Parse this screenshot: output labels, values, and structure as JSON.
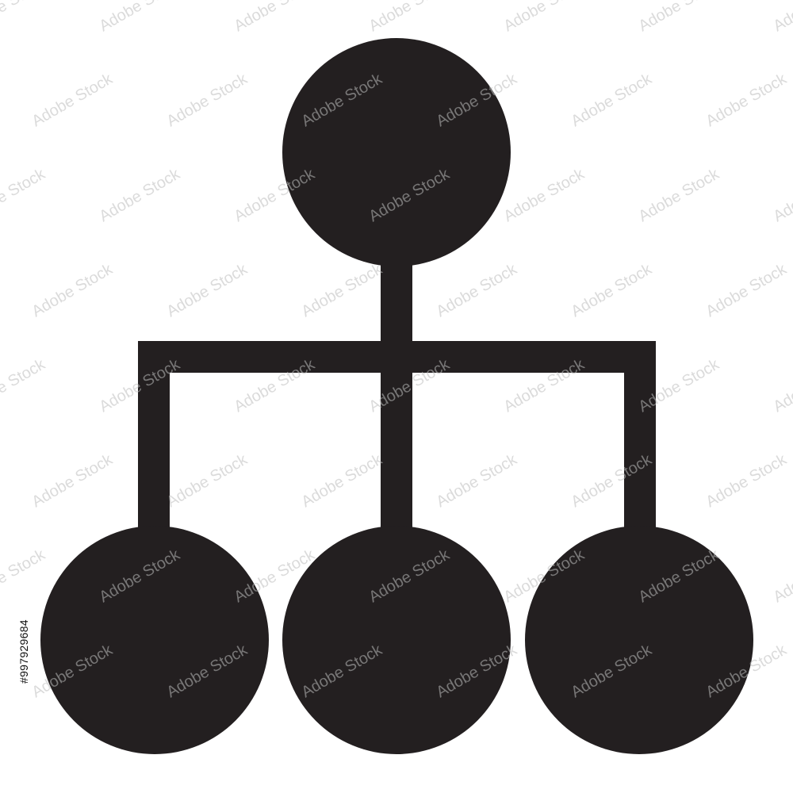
{
  "image": {
    "kind": "icon",
    "icon_name": "hierarchy-icon",
    "icon_color": "#231f20",
    "background_color": "#ffffff"
  },
  "watermark": {
    "text": "Adobe Stock",
    "color": "#bdbdbd"
  },
  "stock_id": {
    "text": "#997929684"
  }
}
